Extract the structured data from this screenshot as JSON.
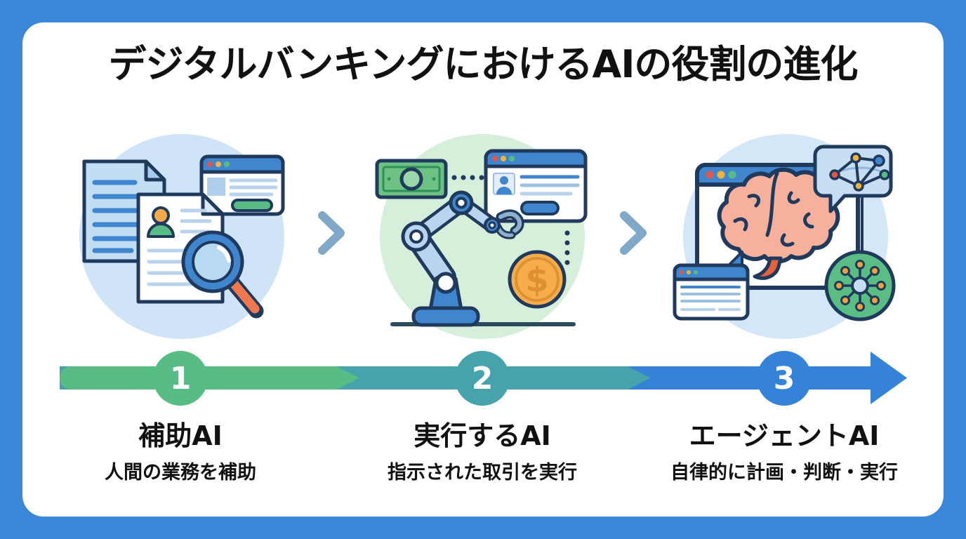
{
  "title": "デジタルバンキングにおけるAIの役割の進化",
  "palette": {
    "frame-blue": "#3a86d8",
    "card-bg": "#ffffff",
    "ink-navy": "#1f3a5c",
    "step1-green": "#57bd84",
    "step2-teal": "#46a3ab",
    "step3-blue": "#3583d9",
    "chevron-blue-gray": "#7fa8c9",
    "text-black": "#111111"
  },
  "stages": [
    {
      "number": "1",
      "title": "補助AI",
      "description": "人間の業務を補助",
      "illustration": "documents-with-magnifier"
    },
    {
      "number": "2",
      "title": "実行するAI",
      "description": "指示された取引を実行",
      "illustration": "robot-arm-executing-transaction"
    },
    {
      "number": "3",
      "title": "エージェントAI",
      "description": "自律的に計画・判断・実行",
      "illustration": "ai-brain-with-networks"
    }
  ]
}
